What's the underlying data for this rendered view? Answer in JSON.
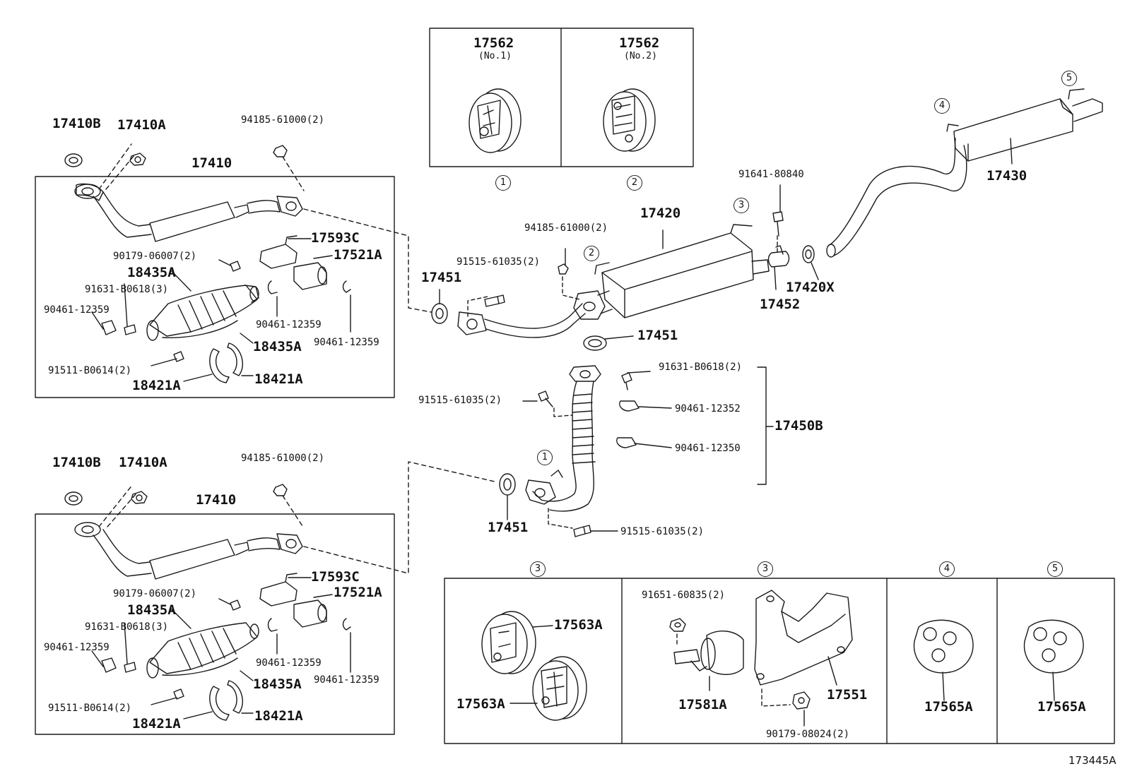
{
  "diagram": {
    "document_number": "173445A",
    "callouts": [
      "1",
      "2",
      "3",
      "4",
      "5"
    ],
    "inset_top": [
      {
        "part": "17562",
        "sub": "(No.1)",
        "callout": "1"
      },
      {
        "part": "17562",
        "sub": "(No.2)",
        "callout": "2"
      }
    ],
    "box_upper": {
      "gasket": "17410B",
      "nut": "17410A",
      "nut_top": "94185-61000(2)",
      "pipe": "17410",
      "stud": "90179-06007(2)",
      "heat_insulator": "18435A",
      "bolt_a": "91631-B0618(3)",
      "clamp_l": "90461-12359",
      "cover_c": "17593C",
      "cover_a": "17521A",
      "clamp_m": "90461-12359",
      "clamp_r": "90461-12359",
      "insulator_lower": "18435A",
      "bolt_b": "91511-B0614(2)",
      "bracket_l": "18421A",
      "bracket_r": "18421A"
    },
    "box_lower": {
      "gasket": "17410B",
      "nut": "17410A",
      "nut_top": "94185-61000(2)",
      "pipe": "17410",
      "stud": "90179-06007(2)",
      "heat_insulator": "18435A",
      "bolt_a": "91631-B0618(3)",
      "clamp_l": "90461-12359",
      "cover_c": "17593C",
      "cover_a": "17521A",
      "clamp_m": "90461-12359",
      "clamp_r": "90461-12359",
      "insulator_lower": "18435A",
      "bolt_b": "91511-B0614(2)",
      "bracket_l": "18421A",
      "bracket_r": "18421A"
    },
    "center": {
      "gasket_a": "17451",
      "bolt_a": "91515-61035(2)",
      "nut_a": "94185-61000(2)",
      "center_pipe": "17420",
      "gasket_b": "17451",
      "bolt_top": "91641-80840",
      "clamp": "17452",
      "ring": "17420X",
      "tail_pipe": "17430",
      "bolt_b": "91631-B0618(2)",
      "clamp_a": "90461-12352",
      "clamp_b": "90461-12350",
      "front_pipe": "17450B",
      "bolt_c": "91515-61035(2)",
      "gasket_c": "17451",
      "bolt_d": "91515-61035(2)"
    },
    "inset_bottom": {
      "sec1": {
        "callout": "3",
        "part_a": "17563A",
        "part_b": "17563A"
      },
      "sec2": {
        "callout": "3",
        "nut": "91651-60835(2)",
        "support": "17581A",
        "bracket": "17551",
        "nut_b": "90179-08024(2)"
      },
      "sec3": {
        "callout": "4",
        "part": "17565A"
      },
      "sec4": {
        "callout": "5",
        "part": "17565A"
      }
    }
  }
}
